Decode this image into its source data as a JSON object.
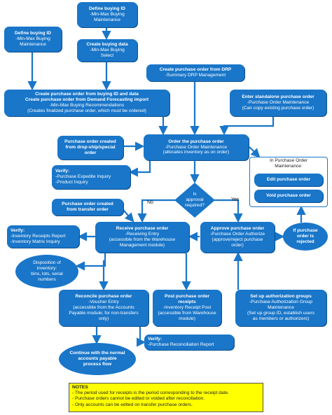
{
  "nodes": {
    "define_buying_id_top": {
      "title": "Define buying ID",
      "body": "-Min-Max Buying\nMaintenance"
    },
    "define_buying_id_left": {
      "title": "Define buying ID",
      "body": "-Min-Max Buying\nMaintenance"
    },
    "create_buying_data": {
      "title": "Create buying data",
      "body": "-Min-Max Buying\nSelect"
    },
    "create_po_drp": {
      "title": "Create purchase order from DRP",
      "body": "-Summary DRP Management"
    },
    "create_po_buying": {
      "title": "Create purchase order from buying ID and data\nCreate purchase order from Demand Forecasting import",
      "body": "-Min-Max Buying Recommendations\n(Creates finalized purchase order, which must be ordered)"
    },
    "enter_standalone": {
      "title": "Enter standalone purchase order",
      "body": "-Purchase Order Maintenance\n(Can copy existing purchase order)"
    },
    "po_drop_ship": {
      "title": "Purchase order created\nfrom drop-ship/special\norder",
      "body": ""
    },
    "order_po": {
      "title": "Order the purchase order",
      "body": "-Purchase Order Maintenance\n(allocates inventory as on order)"
    },
    "verify_1": {
      "title": "Verify:",
      "body": "-Purchase Expedite Inquiry\n-Product Inquiry"
    },
    "po_transfer": {
      "title": "Purchase order created\nfrom transfer order",
      "body": ""
    },
    "receive_po": {
      "title": "Receive purchase order",
      "body": "-Receiving Entry\n(accessible from the Warehouse\nManagement module)"
    },
    "approve_po": {
      "title": "Approve purchase order",
      "body": "-Purchase Order Authorize\n(approve/reject purchase\norder)"
    },
    "verify_2": {
      "title": "Verify:",
      "body": "-Inventory Receipts Report\n-Inventory Matrix Inquiry"
    },
    "disposition": {
      "title": "Disposition of\ninventory:",
      "body": "bins, lots, serial\nnumbers"
    },
    "reconcile_po": {
      "title": "Reconcile purchase order",
      "body": "-Voucher Entry\n(accessible from the Accounts\nPayable module; for non-transfers\nonly)"
    },
    "post_receipts": {
      "title": "Post purchase order\nreceipts",
      "body": "-Inventory Receipt Post\n(accessible from Warehouse\nmodule)"
    },
    "setup_auth": {
      "title": "Set up authorization groups",
      "body": "-Purchase Authorization Group\nMaintenance\n(Set up group ID, establish users\nas members or authorizers)"
    },
    "verify_3": {
      "title": "Verify:",
      "body": "-Purchase Reconciliation Report"
    },
    "continue_normal": {
      "title": "Continue with the normal\naccounts payable\nprocess flow",
      "body": ""
    },
    "rejected": {
      "title": "If purchase\norder is\nrejected",
      "body": ""
    },
    "edit_po": {
      "title": "Edit purchase order",
      "body": ""
    },
    "void_po": {
      "title": "Void purchase order",
      "body": ""
    }
  },
  "decision": {
    "text": "Is\napproval\nrequired?",
    "no_label": "No",
    "yes_label": "Yes"
  },
  "maintenance_group": {
    "title": "In Purchase Order\nMaintenance:"
  },
  "notes": {
    "title": "NOTES",
    "items": [
      "- The period used for receipts is the period corresponding to the receipt date.",
      "- Purchase orders cannot be edited or voided after reconciliation.",
      "- Only accounts can be edited on transfer purchase orders."
    ]
  },
  "colors": {
    "box": "#1976c9",
    "arrow": "#1976c9",
    "notes_bg": "#ffff00"
  }
}
